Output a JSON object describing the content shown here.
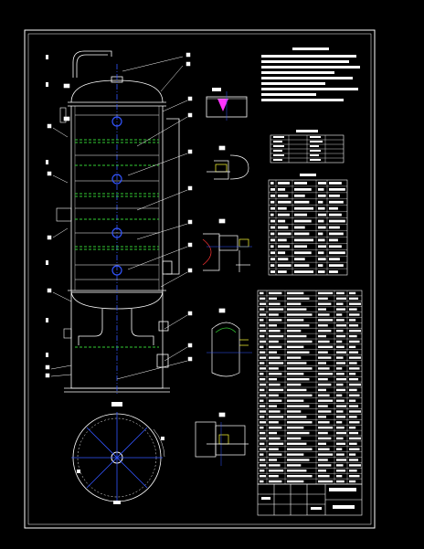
{
  "drawing": {
    "background": "#000000",
    "line_color": "#ffffff",
    "accent_colors": {
      "tray": "#33cc33",
      "centerline": "#3355ff",
      "highlight": "#ff33ff",
      "nozzle": "#ffff33",
      "dim": "#00cccc",
      "red": "#ff3333"
    }
  },
  "tables": {
    "notes_rows": 9,
    "spec_rows": 6,
    "nozzle_rows": 15,
    "parts_rows": 36
  }
}
